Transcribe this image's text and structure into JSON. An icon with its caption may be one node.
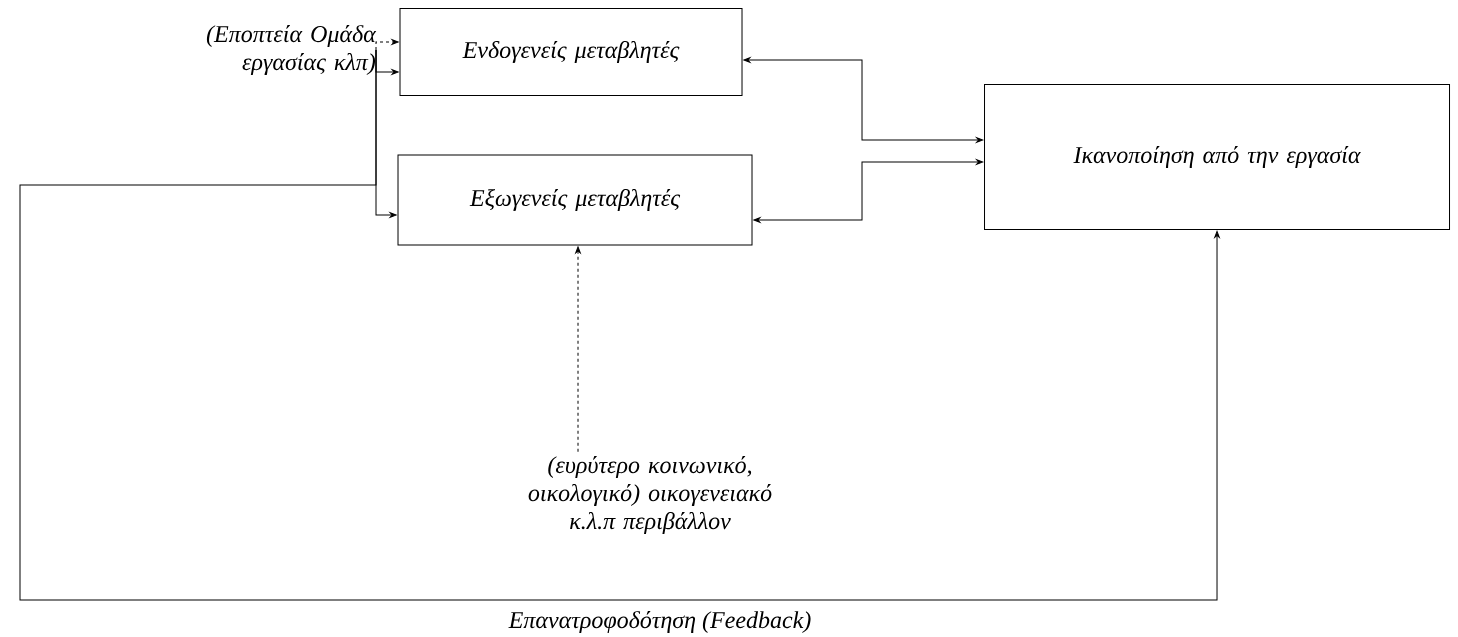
{
  "diagram": {
    "nodes": [
      {
        "text": [
          "(Εποπτεία Ομάδα εργασίας κλπ)"
        ]
      },
      {
        "text": [
          "Ενδογενείς μεταβλητές"
        ]
      },
      {
        "text": [
          "Εξωγενείς μεταβλητές"
        ]
      },
      {
        "text": [
          "Ικανοποίηση από την εργασία"
        ]
      },
      {
        "text": [
          "(ευρύτερο κοινωνικό, οικολογικό) οικογενειακό κ.λ.π περιβάλλον"
        ]
      }
    ],
    "edges": [
      {
        "from": 0,
        "to": 1,
        "arrow": "to",
        "style": "dashed"
      },
      {
        "from": 0,
        "to": 1,
        "arrow": "to"
      },
      {
        "from": 0,
        "to": 2,
        "arrow": "to"
      },
      {
        "from": 1,
        "to": 3,
        "arrow": "both"
      },
      {
        "from": 2,
        "to": 3,
        "arrow": "both"
      },
      {
        "from": 4,
        "to": 2,
        "arrow": "to",
        "style": "dashed"
      },
      {
        "from": 0,
        "to": 3,
        "arrow": "to",
        "label": "Επανατροφοδότηση (Feedback)"
      }
    ]
  }
}
